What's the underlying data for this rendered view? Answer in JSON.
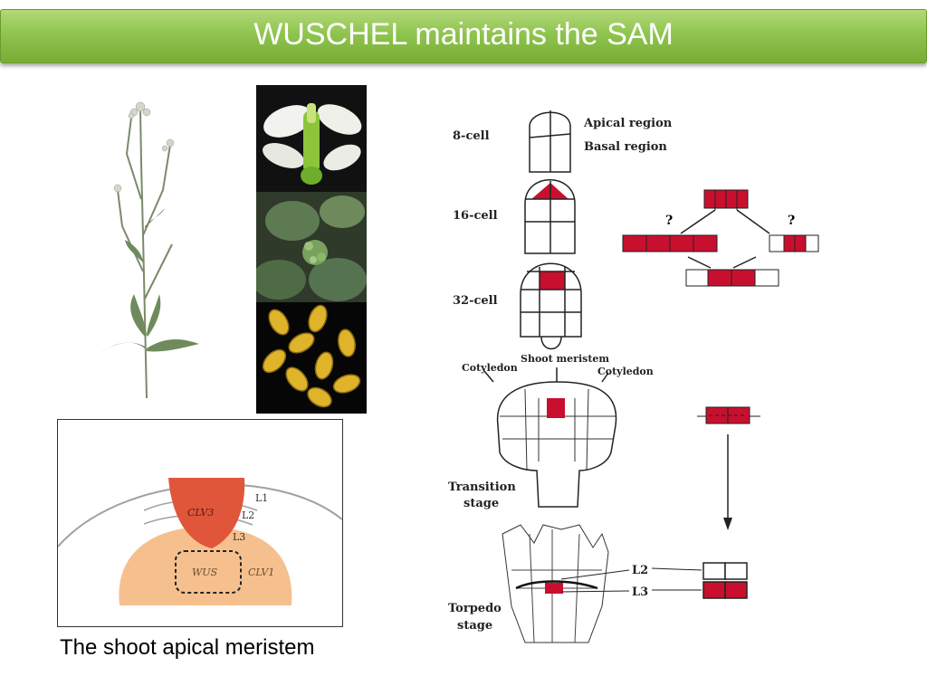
{
  "slide": {
    "title": "WUSCHEL maintains the SAM",
    "caption": "The shoot apical meristem"
  },
  "sam_diagram": {
    "layers": [
      "L1",
      "L2",
      "L3"
    ],
    "clv3": "CLV3",
    "wus": "WUS",
    "clv1": "CLV1"
  },
  "embryo_diagram": {
    "stages": [
      "8-cell",
      "16-cell",
      "32-cell"
    ],
    "apical_region": "Apical region",
    "basal_region": "Basal region",
    "shoot_meristem": "Shoot meristem",
    "cotyledon_left": "Cotyledon",
    "cotyledon_right": "Cotyledon",
    "transition_line1": "Transition",
    "transition_line2": "stage",
    "torpedo_line1": "Torpedo",
    "torpedo_line2": "stage",
    "l2": "L2",
    "l3": "L3",
    "question": "?"
  },
  "colors": {
    "title_green": "#8fc44f",
    "wus_red": "#c8102e",
    "clv3_red": "#e0563a",
    "meristem_peach": "#f6c08e"
  }
}
